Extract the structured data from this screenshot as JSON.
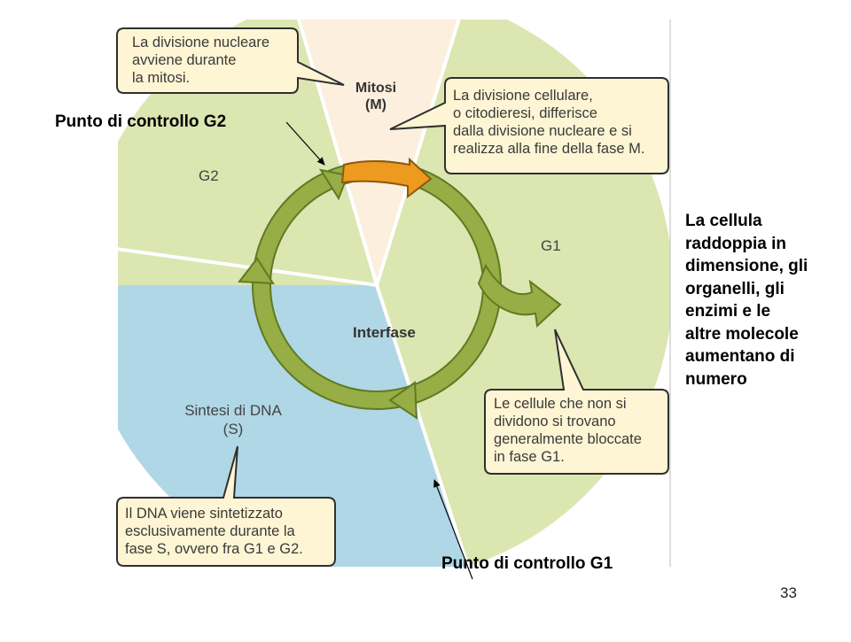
{
  "diagram": {
    "phases": {
      "mitosis": "Mitosi\n(M)",
      "g1": "G1",
      "g2": "G2",
      "s": "Sintesi di DNA\n(S)",
      "interphase": "Interfase"
    },
    "callouts": {
      "nuclear_division": "La divisione nucleare\navviene durante\nla mitosi.",
      "cytokinesis": "La divisione cellulare,\no citodieresi, differisce\ndalla divisione nucleare e si\nrealizza alla fine della fase M.",
      "g1_arrest": "Le cellule che non si\ndividono si trovano\ngeneralmente bloccate\nin fase G1.",
      "dna_synthesis": "Il DNA viene sintetizzato\nesclusivamente durante la\nfase S, ovvero fra G1 e G2."
    },
    "colors": {
      "g1_g2": "#dbe6b1",
      "s_phase": "#b0d7e6",
      "mitosis": "#fcefdd",
      "arrow_green": "#97ad45",
      "arrow_orange": "#ed9a1f",
      "callout_fill": "#fdf5d4",
      "callout_border": "#2f2f2f"
    }
  },
  "annotations": {
    "checkpoint_g2": "Punto di controllo G2",
    "checkpoint_g1": "Punto di controllo G1",
    "side_note": "La cellula\nraddoppia in\ndimensione, gli\norganelli, gli\nenzimi e le\naltre molecole\naumentano di\nnumero"
  },
  "slide_number": "33"
}
